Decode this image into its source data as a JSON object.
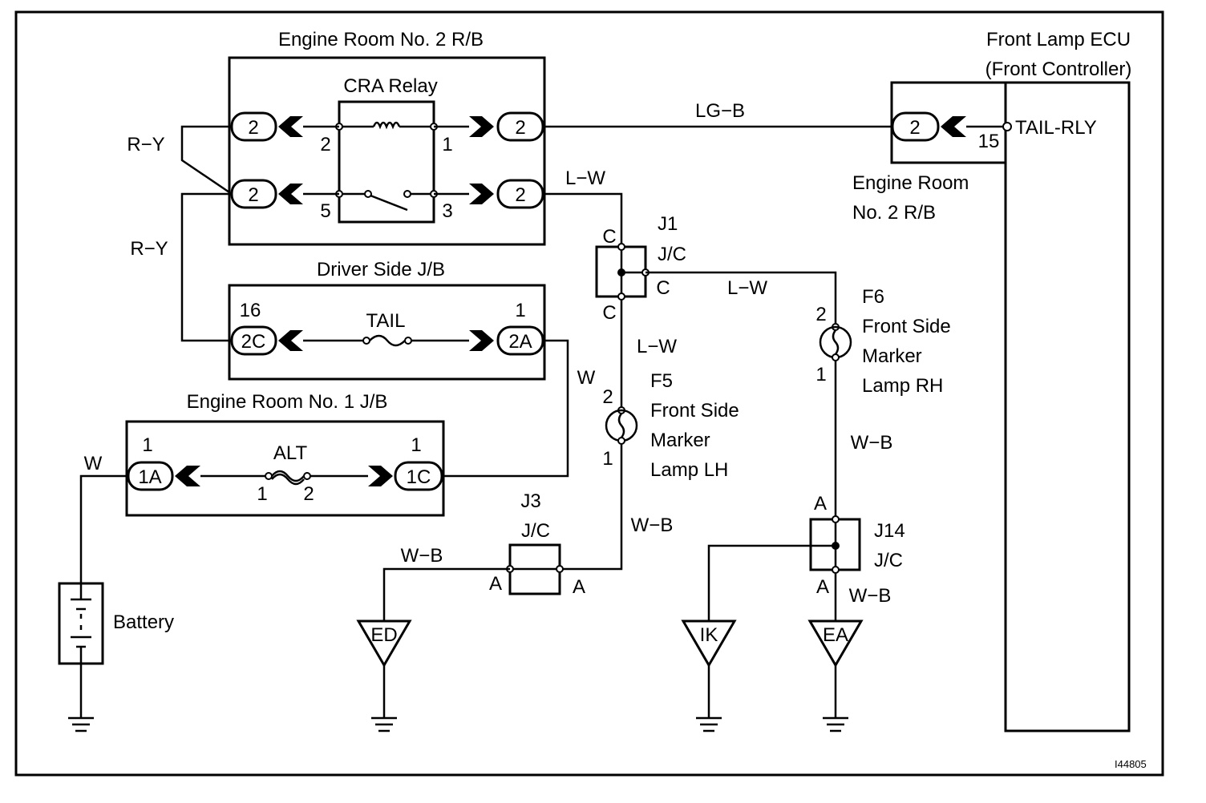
{
  "engine_room_no2_rb": {
    "title": "Engine Room No. 2 R/B",
    "relay_title": "CRA Relay",
    "connector_labels": [
      "2",
      "2",
      "2",
      "2"
    ],
    "pin_labels": [
      "2",
      "1",
      "5",
      "3"
    ]
  },
  "driver_side_jb": {
    "title": "Driver Side J/B",
    "fuse_label": "TAIL",
    "left_connector": "2C",
    "left_pin": "16",
    "right_connector": "2A",
    "right_pin": "1"
  },
  "engine_room_no1_jb": {
    "title": "Engine Room No. 1 J/B",
    "fuse_label": "ALT",
    "left_connector": "1A",
    "left_pin": "1",
    "right_connector": "1C",
    "right_pin": "1",
    "fuse_pins": [
      "1",
      "2"
    ]
  },
  "front_lamp_ecu": {
    "title_line1": "Front Lamp ECU",
    "title_line2": "(Front Controller)",
    "terminal": "TAIL-RLY",
    "pin": "15",
    "connector": "2",
    "connector_box_line1": "Engine Room",
    "connector_box_line2": "No. 2 R/B"
  },
  "wire_colors": {
    "r_y_1": "R−Y",
    "r_y_2": "R−Y",
    "lg_b": "LG−B",
    "l_w_1": "L−W",
    "l_w_2": "L−W",
    "l_w_3": "L−W",
    "w_1": "W",
    "w_2": "W",
    "w_b_1": "W−B",
    "w_b_2": "W−B",
    "w_b_3": "W−B",
    "w_b_4": "W−B"
  },
  "j1": {
    "name": "J1",
    "type": "J/C",
    "pin_top": "C",
    "pin_right": "C",
    "pin_bottom": "C"
  },
  "j3": {
    "name": "J3",
    "type": "J/C",
    "pin_left": "A",
    "pin_right": "A"
  },
  "j14": {
    "name": "J14",
    "type": "J/C",
    "pin_top": "A",
    "pin_bottom": "A"
  },
  "f5": {
    "code": "F5",
    "line1": "Front Side",
    "line2": "Marker",
    "line3": "Lamp LH",
    "pin_top": "2",
    "pin_bottom": "1"
  },
  "f6": {
    "code": "F6",
    "line1": "Front Side",
    "line2": "Marker",
    "line3": "Lamp RH",
    "pin_top": "2",
    "pin_bottom": "1"
  },
  "battery": {
    "label": "Battery"
  },
  "grounds": {
    "ed": "ED",
    "ik": "IK",
    "ea": "EA"
  },
  "figure_id": "I44805"
}
